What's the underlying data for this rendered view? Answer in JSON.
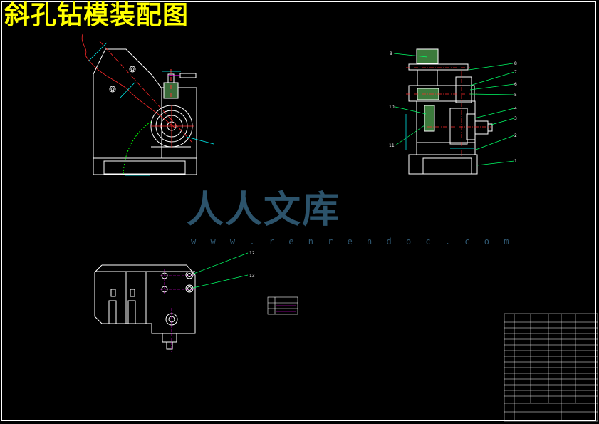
{
  "title": "斜孔钻模装配图",
  "watermark": {
    "text": "人人文库",
    "url": "w w w . r e n r e n d o c . c o m"
  },
  "callouts": {
    "side_view": [
      "1",
      "2",
      "3",
      "4",
      "5",
      "6",
      "7",
      "8",
      "9",
      "10",
      "11"
    ],
    "top_view": [
      "12",
      "13"
    ]
  },
  "colors": {
    "background": "#000000",
    "outline": "#ffffff",
    "title": "#ffff00",
    "section": "#00ff00",
    "center": "#ff0000",
    "dimension": "#00ffff",
    "leader": "#00ff66",
    "watermark": "#3b6f8f"
  }
}
